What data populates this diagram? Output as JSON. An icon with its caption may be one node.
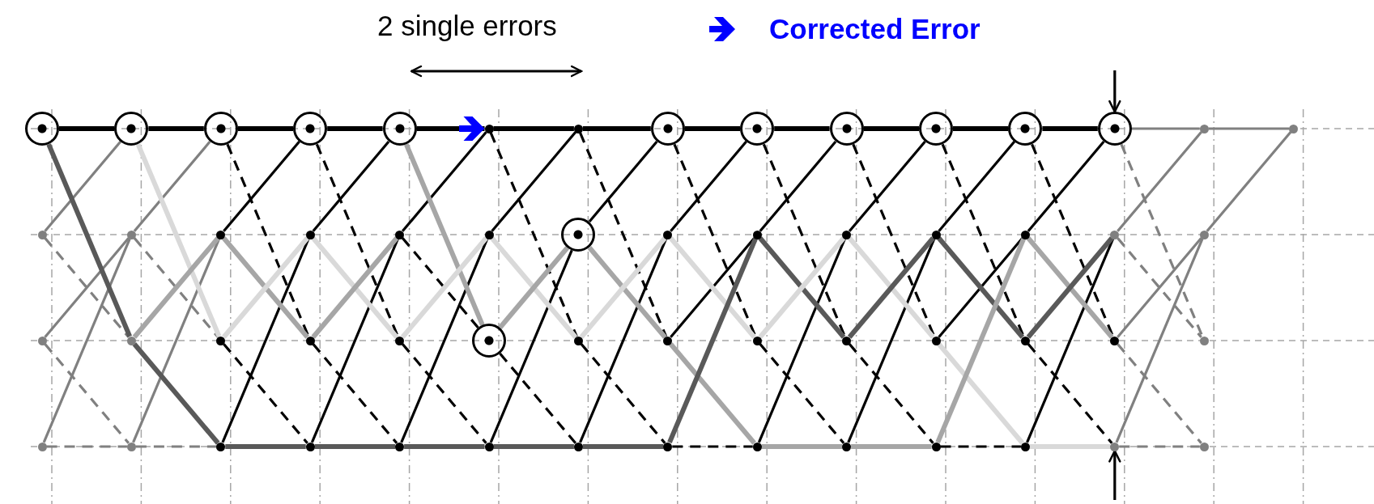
{
  "diagram": {
    "nodes": [
      {
        "text": [],
        "shape": "circle"
      },
      {
        "text": [],
        "shape": "circle"
      },
      {
        "text": [],
        "shape": "circle"
      },
      {
        "text": [],
        "shape": "circle"
      },
      {
        "text": [],
        "shape": "circle"
      },
      {
        "text": [],
        "shape": "circle"
      },
      {
        "text": [],
        "shape": "circle"
      },
      {
        "text": [],
        "shape": "circle"
      },
      {
        "text": [],
        "shape": "circle"
      },
      {
        "text": [],
        "shape": "circle"
      },
      {
        "text": [],
        "shape": "circle"
      },
      {
        "text": [],
        "shape": "circle"
      },
      {
        "text": [],
        "shape": "circle"
      },
      {
        "text": [],
        "shape": "circle"
      },
      {
        "text": [],
        "shape": "circle"
      },
      {
        "text": [],
        "shape": "circle"
      },
      {
        "text": [],
        "shape": "circle"
      },
      {
        "text": [],
        "shape": "circle"
      },
      {
        "text": [],
        "shape": "circle"
      },
      {
        "text": [],
        "shape": "circle"
      },
      {
        "text": [],
        "shape": "circle"
      },
      {
        "text": [],
        "shape": "circle"
      },
      {
        "text": [],
        "shape": "circle"
      },
      {
        "text": [],
        "shape": "circle"
      },
      {
        "text": [],
        "shape": "circle"
      },
      {
        "text": [],
        "shape": "circle"
      },
      {
        "text": [],
        "shape": "circle"
      },
      {
        "text": [],
        "shape": "circle"
      },
      {
        "text": [],
        "shape": "circle"
      },
      {
        "text": [],
        "shape": "circle"
      },
      {
        "text": [],
        "shape": "circle"
      },
      {
        "text": [],
        "shape": "circle"
      },
      {
        "text": [],
        "shape": "circle"
      },
      {
        "text": [],
        "shape": "circle"
      },
      {
        "text": [],
        "shape": "circle"
      },
      {
        "text": [],
        "shape": "circle"
      },
      {
        "text": [],
        "shape": "circle"
      },
      {
        "text": [],
        "shape": "circle"
      },
      {
        "text": [],
        "shape": "circle"
      },
      {
        "text": [],
        "shape": "circle"
      },
      {
        "text": [],
        "shape": "circle"
      },
      {
        "text": [],
        "shape": "circle"
      },
      {
        "text": [],
        "shape": "circle"
      },
      {
        "text": [],
        "shape": "circle"
      },
      {
        "text": [],
        "shape": "circle"
      },
      {
        "text": [],
        "shape": "circle"
      },
      {
        "text": [],
        "shape": "circle"
      },
      {
        "text": [],
        "shape": "circle"
      },
      {
        "text": [],
        "shape": "circle"
      },
      {
        "text": [],
        "shape": "circle"
      },
      {
        "text": [],
        "shape": "circle"
      },
      {
        "text": [],
        "shape": "circle"
      },
      {
        "text": [],
        "shape": "circle"
      },
      {
        "text": [],
        "shape": "circle"
      },
      {
        "text": [],
        "shape": "circle"
      },
      {
        "text": [],
        "shape": "circle"
      },
      {
        "text": [],
        "shape": "circle"
      }
    ],
    "edges": [
      {
        "from": 0,
        "to": 4,
        "arrow": "none",
        "style": "thick"
      },
      {
        "from": 0,
        "to": 6,
        "arrow": "none",
        "style": "thick",
        "color": "#595959"
      },
      {
        "from": 1,
        "to": 4,
        "arrow": "none",
        "color": "#808080"
      },
      {
        "from": 1,
        "to": 6,
        "arrow": "none",
        "style": "dashed",
        "color": "#808080"
      },
      {
        "from": 2,
        "to": 5,
        "arrow": "none",
        "color": "#808080"
      },
      {
        "from": 2,
        "to": 7,
        "arrow": "none",
        "style": "dashed",
        "color": "#808080"
      },
      {
        "from": 3,
        "to": 5,
        "arrow": "none",
        "color": "#808080"
      },
      {
        "from": 3,
        "to": 7,
        "arrow": "none",
        "style": "dashed",
        "color": "#808080"
      },
      {
        "from": 4,
        "to": 8,
        "arrow": "none",
        "style": "thick"
      },
      {
        "from": 4,
        "to": 10,
        "arrow": "none",
        "style": "thick",
        "color": "#d9d9d9"
      },
      {
        "from": 5,
        "to": 8,
        "arrow": "none",
        "color": "#808080"
      },
      {
        "from": 5,
        "to": 10,
        "arrow": "none",
        "style": "dashed",
        "color": "#808080"
      },
      {
        "from": 6,
        "to": 9,
        "arrow": "none",
        "style": "thick",
        "color": "#a6a6a6"
      },
      {
        "from": 6,
        "to": 11,
        "arrow": "none",
        "style": "thick",
        "color": "#595959"
      },
      {
        "from": 7,
        "to": 9,
        "arrow": "none",
        "color": "#808080"
      },
      {
        "from": 7,
        "to": 11,
        "arrow": "none",
        "style": "dashed",
        "color": "#808080"
      },
      {
        "from": 8,
        "to": 12,
        "arrow": "none",
        "style": "thick"
      },
      {
        "from": 8,
        "to": 14,
        "arrow": "none",
        "style": "dashed"
      },
      {
        "from": 9,
        "to": 12,
        "arrow": "none"
      },
      {
        "from": 9,
        "to": 14,
        "arrow": "none",
        "style": "thick",
        "color": "#a6a6a6"
      },
      {
        "from": 10,
        "to": 13,
        "arrow": "none",
        "style": "thick",
        "color": "#d9d9d9"
      },
      {
        "from": 10,
        "to": 15,
        "arrow": "none",
        "style": "dashed"
      },
      {
        "from": 11,
        "to": 13,
        "arrow": "none"
      },
      {
        "from": 11,
        "to": 15,
        "arrow": "none",
        "style": "thick",
        "color": "#595959"
      },
      {
        "from": 12,
        "to": 16,
        "arrow": "none",
        "style": "thick"
      },
      {
        "from": 12,
        "to": 18,
        "arrow": "none",
        "style": "dashed"
      },
      {
        "from": 13,
        "to": 16,
        "arrow": "none"
      },
      {
        "from": 13,
        "to": 18,
        "arrow": "none",
        "style": "thick",
        "color": "#d9d9d9"
      },
      {
        "from": 14,
        "to": 17,
        "arrow": "none",
        "style": "thick",
        "color": "#a6a6a6"
      },
      {
        "from": 14,
        "to": 19,
        "arrow": "none",
        "style": "dashed"
      },
      {
        "from": 15,
        "to": 17,
        "arrow": "none"
      },
      {
        "from": 15,
        "to": 19,
        "arrow": "none",
        "style": "thick",
        "color": "#595959"
      },
      {
        "from": 16,
        "to": 20,
        "arrow": "to",
        "style": "thick"
      },
      {
        "from": 16,
        "to": 22,
        "arrow": "none",
        "style": "thick",
        "color": "#a6a6a6"
      },
      {
        "from": 17,
        "to": 20,
        "arrow": "none"
      },
      {
        "from": 17,
        "to": 22,
        "arrow": "none",
        "style": "dashed"
      },
      {
        "from": 18,
        "to": 21,
        "arrow": "none",
        "style": "thick",
        "color": "#d9d9d9"
      },
      {
        "from": 18,
        "to": 23,
        "arrow": "none",
        "style": "dashed"
      },
      {
        "from": 19,
        "to": 21,
        "arrow": "none"
      },
      {
        "from": 19,
        "to": 23,
        "arrow": "none",
        "style": "thick",
        "color": "#595959"
      },
      {
        "from": 20,
        "to": 24,
        "arrow": "none",
        "style": "thick"
      },
      {
        "from": 20,
        "to": 26,
        "arrow": "none",
        "style": "dashed"
      },
      {
        "from": 21,
        "to": 24,
        "arrow": "none"
      },
      {
        "from": 21,
        "to": 26,
        "arrow": "none",
        "style": "thick",
        "color": "#d9d9d9"
      },
      {
        "from": 22,
        "to": 25,
        "arrow": "none",
        "style": "thick",
        "color": "#a6a6a6"
      },
      {
        "from": 22,
        "to": 27,
        "arrow": "none",
        "style": "dashed"
      },
      {
        "from": 23,
        "to": 25,
        "arrow": "none"
      },
      {
        "from": 23,
        "to": 27,
        "arrow": "none",
        "style": "thick",
        "color": "#595959"
      },
      {
        "from": 24,
        "to": 28,
        "arrow": "none",
        "style": "thick"
      },
      {
        "from": 24,
        "to": 30,
        "arrow": "none",
        "style": "dashed"
      },
      {
        "from": 25,
        "to": 28,
        "arrow": "none"
      },
      {
        "from": 25,
        "to": 30,
        "arrow": "none",
        "style": "thick",
        "color": "#a6a6a6"
      },
      {
        "from": 26,
        "to": 29,
        "arrow": "none",
        "style": "thick",
        "color": "#d9d9d9"
      },
      {
        "from": 26,
        "to": 31,
        "arrow": "none",
        "style": "dashed"
      },
      {
        "from": 27,
        "to": 29,
        "arrow": "none"
      },
      {
        "from": 27,
        "to": 31,
        "arrow": "none",
        "style": "thick",
        "color": "#595959"
      },
      {
        "from": 28,
        "to": 32,
        "arrow": "none",
        "style": "thick"
      },
      {
        "from": 28,
        "to": 34,
        "arrow": "none",
        "style": "dashed"
      },
      {
        "from": 29,
        "to": 32,
        "arrow": "none"
      },
      {
        "from": 29,
        "to": 34,
        "arrow": "none",
        "style": "thick",
        "color": "#d9d9d9"
      },
      {
        "from": 30,
        "to": 33,
        "arrow": "none"
      },
      {
        "from": 30,
        "to": 35,
        "arrow": "none",
        "style": "thick",
        "color": "#a6a6a6"
      },
      {
        "from": 31,
        "to": 33,
        "arrow": "none",
        "style": "thick",
        "color": "#595959"
      },
      {
        "from": 31,
        "to": 35,
        "arrow": "none",
        "style": "dashed"
      },
      {
        "from": 32,
        "to": 36,
        "arrow": "none",
        "style": "thick"
      },
      {
        "from": 32,
        "to": 38,
        "arrow": "none",
        "style": "dashed"
      },
      {
        "from": 33,
        "to": 36,
        "arrow": "none"
      },
      {
        "from": 33,
        "to": 38,
        "arrow": "none",
        "style": "thick",
        "color": "#595959"
      },
      {
        "from": 34,
        "to": 37,
        "arrow": "none",
        "style": "thick",
        "color": "#d9d9d9"
      },
      {
        "from": 34,
        "to": 39,
        "arrow": "none",
        "style": "dashed"
      },
      {
        "from": 35,
        "to": 37,
        "arrow": "none"
      },
      {
        "from": 35,
        "to": 39,
        "arrow": "none",
        "style": "thick",
        "color": "#a6a6a6"
      },
      {
        "from": 36,
        "to": 40,
        "arrow": "none",
        "style": "thick"
      },
      {
        "from": 36,
        "to": 42,
        "arrow": "none",
        "style": "dashed"
      },
      {
        "from": 37,
        "to": 40,
        "arrow": "none"
      },
      {
        "from": 37,
        "to": 42,
        "arrow": "none",
        "style": "thick",
        "color": "#d9d9d9"
      },
      {
        "from": 38,
        "to": 41,
        "arrow": "none",
        "style": "thick",
        "color": "#595959"
      },
      {
        "from": 38,
        "to": 43,
        "arrow": "none",
        "style": "dashed"
      },
      {
        "from": 39,
        "to": 41,
        "arrow": "none"
      },
      {
        "from": 39,
        "to": 43,
        "arrow": "none",
        "style": "thick",
        "color": "#a6a6a6"
      },
      {
        "from": 40,
        "to": 44,
        "arrow": "none",
        "style": "thick"
      },
      {
        "from": 40,
        "to": 46,
        "arrow": "none",
        "style": "dashed"
      },
      {
        "from": 41,
        "to": 44,
        "arrow": "none"
      },
      {
        "from": 41,
        "to": 46,
        "arrow": "none",
        "style": "thick",
        "color": "#595959"
      },
      {
        "from": 42,
        "to": 45,
        "arrow": "none"
      },
      {
        "from": 42,
        "to": 47,
        "arrow": "none",
        "style": "thick",
        "color": "#d9d9d9"
      },
      {
        "from": 43,
        "to": 45,
        "arrow": "none",
        "style": "thick",
        "color": "#a6a6a6"
      },
      {
        "from": 43,
        "to": 47,
        "arrow": "none",
        "style": "dashed"
      },
      {
        "from": 44,
        "to": 48,
        "arrow": "none",
        "style": "thick"
      },
      {
        "from": 44,
        "to": 50,
        "arrow": "none",
        "style": "dashed"
      },
      {
        "from": 45,
        "to": 48,
        "arrow": "none"
      },
      {
        "from": 45,
        "to": 50,
        "arrow": "none",
        "style": "thick",
        "color": "#a6a6a6"
      },
      {
        "from": 46,
        "to": 49,
        "arrow": "none",
        "style": "thick",
        "color": "#595959"
      },
      {
        "from": 46,
        "to": 51,
        "arrow": "none",
        "style": "dashed"
      },
      {
        "from": 47,
        "to": 49,
        "arrow": "none"
      },
      {
        "from": 47,
        "to": 51,
        "arrow": "none",
        "style": "thick",
        "color": "#d9d9d9"
      },
      {
        "from": 48,
        "to": 52,
        "arrow": "none",
        "color": "#808080"
      },
      {
        "from": 48,
        "to": 54,
        "arrow": "none",
        "style": "dashed",
        "color": "#808080"
      },
      {
        "from": 49,
        "to": 52,
        "arrow": "none",
        "color": "#808080"
      },
      {
        "from": 49,
        "to": 54,
        "arrow": "none",
        "style": "dashed",
        "color": "#808080"
      },
      {
        "from": 50,
        "to": 53,
        "arrow": "none",
        "color": "#808080"
      },
      {
        "from": 50,
        "to": 55,
        "arrow": "none",
        "style": "dashed",
        "color": "#808080"
      },
      {
        "from": 51,
        "to": 53,
        "arrow": "none",
        "color": "#808080"
      },
      {
        "from": 51,
        "to": 55,
        "arrow": "none",
        "style": "dashed",
        "color": "#808080"
      },
      {
        "from": 52,
        "to": 56,
        "arrow": "none",
        "color": "#808080"
      },
      {
        "from": 53,
        "to": 56,
        "arrow": "none",
        "color": "#808080"
      },
      {
        "from": null,
        "to": 48,
        "arrow": "to"
      },
      {
        "from": null,
        "to": 51,
        "arrow": "to"
      }
    ],
    "labels": [
      "2 single errors"
    ],
    "legend": [
      {
        "text": "Corrected Error"
      }
    ]
  }
}
